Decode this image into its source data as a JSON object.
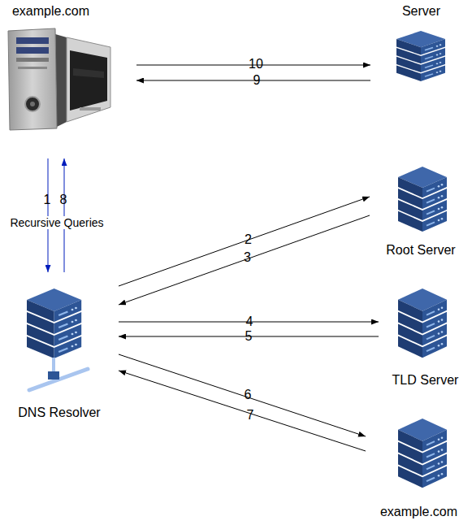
{
  "diagram": {
    "nodes": [
      {
        "text": [
          "example.com"
        ]
      },
      {
        "text": [
          "Server"
        ]
      },
      {
        "text": [
          "Root Server"
        ]
      },
      {
        "text": [
          "DNS Resolver"
        ]
      },
      {
        "text": [
          "TLD Server"
        ]
      },
      {
        "text": [
          "example.com"
        ]
      }
    ],
    "edges": [
      {
        "from": 0,
        "to": 1,
        "label": "10",
        "arrow": "to"
      },
      {
        "from": 1,
        "to": 0,
        "label": "9",
        "arrow": "to"
      },
      {
        "from": 0,
        "to": 3,
        "label": "1",
        "arrow": "to"
      },
      {
        "from": 3,
        "to": 0,
        "label": "8",
        "arrow": "to"
      },
      {
        "from": 3,
        "to": 2,
        "label": "2",
        "arrow": "to"
      },
      {
        "from": 2,
        "to": 3,
        "label": "3",
        "arrow": "to"
      },
      {
        "from": 3,
        "to": 4,
        "label": "4",
        "arrow": "to"
      },
      {
        "from": 4,
        "to": 3,
        "label": "5",
        "arrow": "to"
      },
      {
        "from": 3,
        "to": 5,
        "label": "6",
        "arrow": "to"
      },
      {
        "from": 5,
        "to": 3,
        "label": "7",
        "arrow": "to"
      }
    ],
    "labels": [
      "Recursive Queries"
    ]
  }
}
